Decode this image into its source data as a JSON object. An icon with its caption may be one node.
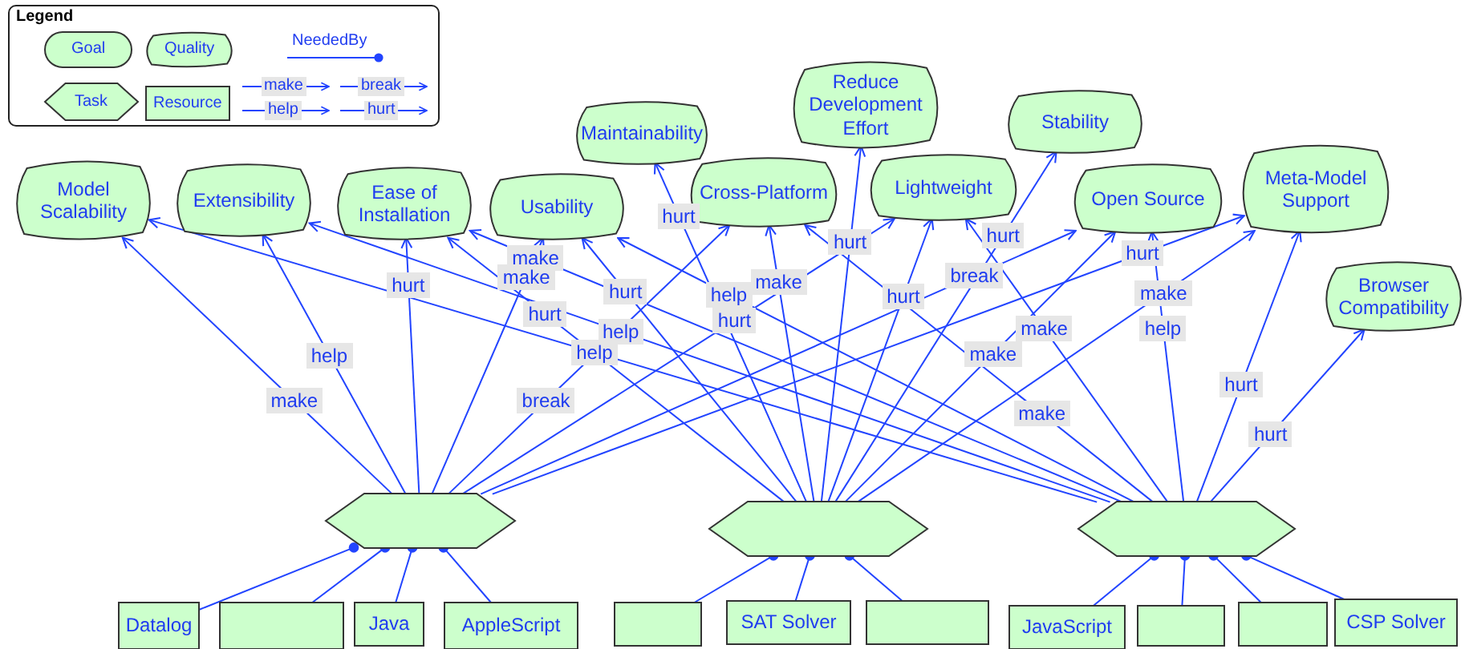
{
  "diagram": {
    "nodes": [
      {
        "text": [
          "Model Scalability"
        ]
      },
      {
        "text": [
          "Extensibility"
        ]
      },
      {
        "text": [
          "Ease of Installation"
        ]
      },
      {
        "text": [
          "Usability"
        ]
      },
      {
        "text": [
          "Maintainability"
        ]
      },
      {
        "text": [
          "Reduce Development Effort"
        ]
      },
      {
        "text": [
          "Cross-Platform"
        ]
      },
      {
        "text": [
          "Lightweight"
        ]
      },
      {
        "text": [
          "Stability"
        ]
      },
      {
        "text": [
          "Open Source"
        ]
      },
      {
        "text": [
          "Meta-Model Support"
        ]
      },
      {
        "text": [
          "Browser Compatibility"
        ]
      },
      {
        "text": [],
        "shape": "hexagon"
      },
      {
        "text": [],
        "shape": "hexagon"
      },
      {
        "text": [],
        "shape": "hexagon"
      },
      {
        "text": [
          "Datalog"
        ]
      },
      {
        "text": [],
        "shape": "box"
      },
      {
        "text": [
          "Java"
        ]
      },
      {
        "text": [
          "AppleScript"
        ]
      },
      {
        "text": [],
        "shape": "box"
      },
      {
        "text": [
          "SAT Solver"
        ]
      },
      {
        "text": [],
        "shape": "box"
      },
      {
        "text": [
          "JavaScript"
        ]
      },
      {
        "text": [],
        "shape": "box"
      },
      {
        "text": [],
        "shape": "box"
      },
      {
        "text": [
          "CSP Solver"
        ]
      }
    ],
    "edges": [
      {
        "from": 12,
        "to": 0,
        "arrow": "to",
        "label": "make"
      },
      {
        "from": 14,
        "to": 0,
        "arrow": "to",
        "label": "help"
      },
      {
        "from": 12,
        "to": 1,
        "arrow": "to",
        "label": "help"
      },
      {
        "from": 14,
        "to": 1,
        "arrow": "to",
        "label": "help"
      },
      {
        "from": 12,
        "to": 2,
        "arrow": "to",
        "label": "hurt"
      },
      {
        "from": 14,
        "to": 2,
        "arrow": "to",
        "label": "make"
      },
      {
        "from": 13,
        "to": 2,
        "arrow": "to",
        "label": "hurt"
      },
      {
        "from": 12,
        "to": 3,
        "arrow": "to",
        "label": "make"
      },
      {
        "from": 14,
        "to": 3,
        "arrow": "to",
        "label": "help"
      },
      {
        "from": 13,
        "to": 3,
        "arrow": "to",
        "label": "hurt"
      },
      {
        "from": 13,
        "to": 4,
        "arrow": "to",
        "label": "hurt"
      },
      {
        "from": 12,
        "to": 6,
        "arrow": "to",
        "label": "break"
      },
      {
        "from": 13,
        "to": 6,
        "arrow": "to",
        "label": "make"
      },
      {
        "from": 14,
        "to": 6,
        "arrow": "to",
        "label": "make"
      },
      {
        "from": 13,
        "to": 5,
        "arrow": "to",
        "label": "hurt"
      },
      {
        "from": 12,
        "to": 7,
        "arrow": "to",
        "label": "hurt"
      },
      {
        "from": 13,
        "to": 7,
        "arrow": "to",
        "label": "hurt"
      },
      {
        "from": 14,
        "to": 7,
        "arrow": "to",
        "label": "make"
      },
      {
        "from": 13,
        "to": 8,
        "arrow": "to",
        "label": "hurt"
      },
      {
        "from": 12,
        "to": 9,
        "arrow": "to",
        "label": "break"
      },
      {
        "from": 13,
        "to": 9,
        "arrow": "to",
        "label": "make"
      },
      {
        "from": 14,
        "to": 9,
        "arrow": "to",
        "label": "help"
      },
      {
        "from": 12,
        "to": 10,
        "arrow": "to",
        "label": "hurt"
      },
      {
        "from": 13,
        "to": 10,
        "arrow": "to",
        "label": "make"
      },
      {
        "from": 14,
        "to": 10,
        "arrow": "to",
        "label": "hurt"
      },
      {
        "from": 14,
        "to": 11,
        "arrow": "to",
        "label": "hurt"
      },
      {
        "from": 15,
        "to": 12,
        "arrow": "other"
      },
      {
        "from": 16,
        "to": 12,
        "arrow": "other"
      },
      {
        "from": 17,
        "to": 12,
        "arrow": "other"
      },
      {
        "from": 18,
        "to": 12,
        "arrow": "other"
      },
      {
        "from": 19,
        "to": 13,
        "arrow": "other"
      },
      {
        "from": 20,
        "to": 13,
        "arrow": "other"
      },
      {
        "from": 21,
        "to": 13,
        "arrow": "other"
      },
      {
        "from": 22,
        "to": 14,
        "arrow": "other"
      },
      {
        "from": 23,
        "to": 14,
        "arrow": "other"
      },
      {
        "from": 24,
        "to": 14,
        "arrow": "other"
      },
      {
        "from": 25,
        "to": 14,
        "arrow": "other"
      }
    ],
    "labels": [
      "Legend"
    ],
    "legend": [
      {
        "text": "Goal"
      },
      {
        "text": "Quality"
      },
      {
        "text": "Task"
      },
      {
        "text": "Resource"
      },
      {
        "text": "NeededBy"
      },
      {
        "text": "make"
      },
      {
        "text": "break"
      },
      {
        "text": "help"
      },
      {
        "text": "hurt"
      }
    ]
  }
}
